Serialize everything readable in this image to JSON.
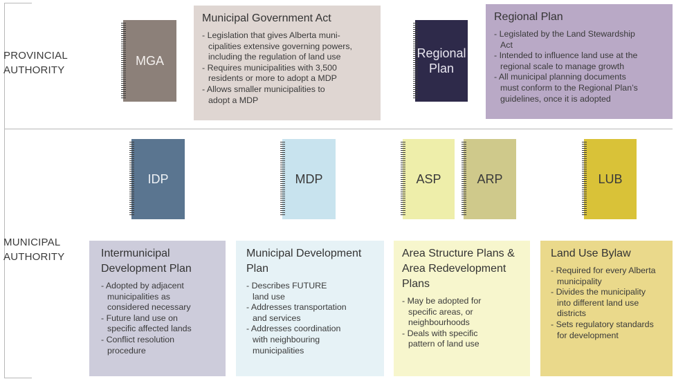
{
  "sections": {
    "provincial": [
      "PROVINCIAL",
      "AUTHORITY"
    ],
    "municipal": [
      "MUNICIPAL",
      "AUTHORITY"
    ]
  },
  "notebooks": {
    "mga": [
      "MGA"
    ],
    "regional": [
      "Regional",
      "Plan"
    ],
    "idp": [
      "IDP"
    ],
    "mdp": [
      "MDP"
    ],
    "asp": [
      "ASP"
    ],
    "arp": [
      "ARP"
    ],
    "lub": [
      "LUB"
    ]
  },
  "boxes": {
    "mga": {
      "title": [
        "Municipal Government Act"
      ],
      "bullets": [
        [
          "Legislation that gives Alberta muni-",
          "cipalities extensive governing powers,",
          "including the regulation of land use"
        ],
        [
          "Requires municipalities with 3,500",
          "residents or more to adopt a MDP"
        ],
        [
          "Allows smaller municipalities to",
          "adopt a MDP"
        ]
      ]
    },
    "regional": {
      "title": [
        "Regional Plan"
      ],
      "bullets": [
        [
          "Legislated by the Land Stewardship",
          "Act"
        ],
        [
          "Intended to influence land use at the",
          "regional scale to manage growth"
        ],
        [
          "All municipal planning documents",
          "must conform to the Regional Plan’s",
          "guidelines, once it is adopted"
        ]
      ]
    },
    "idp": {
      "title": [
        "Intermunicipal",
        "Development Plan"
      ],
      "bullets": [
        [
          "Adopted by adjacent",
          "municipalities as",
          "considered necessary"
        ],
        [
          "Future land use on",
          "specific affected lands"
        ],
        [
          "Conflict resolution",
          "procedure"
        ]
      ]
    },
    "mdp": {
      "title": [
        "Municipal Development",
        "Plan"
      ],
      "bullets": [
        [
          "Describes FUTURE",
          "land use"
        ],
        [
          "Addresses transportation",
          "and services"
        ],
        [
          "Addresses coordination",
          "with neighbouring",
          "municipalities"
        ]
      ]
    },
    "asp": {
      "title": [
        "Area Structure Plans &",
        "Area Redevelopment",
        "Plans"
      ],
      "bullets": [
        [
          "May be adopted for",
          "specific areas, or",
          "neighbourhoods"
        ],
        [
          "Deals with specific",
          "pattern of land use"
        ]
      ]
    },
    "lub": {
      "title": [
        "Land Use Bylaw"
      ],
      "bullets": [
        [
          "Required for every Alberta",
          "municipality"
        ],
        [
          "Divides the municipality",
          "into different land use",
          "districts"
        ],
        [
          "Sets regulatory standards",
          "for development"
        ]
      ]
    }
  },
  "colors": {
    "mga_notebook": "#8c8079",
    "mga_box": "#dfd6d2",
    "regional_notebook": "#2e2a4a",
    "regional_box": "#b9a9c6",
    "idp_notebook": "#5a7590",
    "idp_box": "#cdccdb",
    "mdp_notebook": "#c8e3ee",
    "mdp_box": "#e6f2f6",
    "asp_notebook": "#eeeeaa",
    "arp_notebook": "#cfc98b",
    "asp_box": "#f7f6cd",
    "lub_notebook": "#d9c238",
    "lub_box": "#ead98b"
  }
}
